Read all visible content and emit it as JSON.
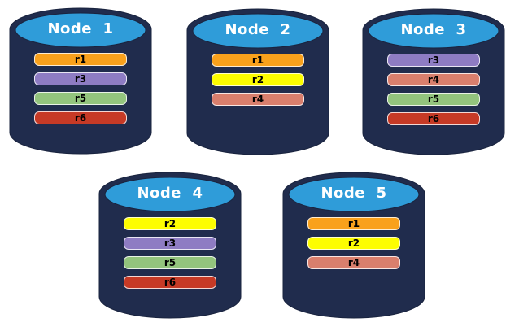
{
  "shapes": {
    "node_shape": "database-cylinder"
  },
  "palette": {
    "background": "#FFFFFF",
    "cylinder_body": "#202C4D",
    "cylinder_outline": "#19233E",
    "cylinder_top": "#2F9CD9",
    "node_title_color": "#FFFFFF",
    "bar_text_color": "#000000",
    "bar_border": "rgba(255,255,255,0.8)"
  },
  "replica_colors": {
    "r1": "#F9A11C",
    "r2": "#FDFD00",
    "r3": "#8E7CC3",
    "r4": "#D97F6D",
    "r5": "#93C47D",
    "r6": "#C63A26"
  },
  "nodes": [
    {
      "title": "Node  1",
      "replicas": [
        {
          "label": "r1",
          "color": "#F9A11C"
        },
        {
          "label": "r3",
          "color": "#8E7CC3"
        },
        {
          "label": "r5",
          "color": "#93C47D"
        },
        {
          "label": "r6",
          "color": "#C63A26"
        }
      ]
    },
    {
      "title": "Node  2",
      "replicas": [
        {
          "label": "r1",
          "color": "#F9A11C"
        },
        {
          "label": "r2",
          "color": "#FDFD00"
        },
        {
          "label": "r4",
          "color": "#D97F6D"
        }
      ]
    },
    {
      "title": "Node  3",
      "replicas": [
        {
          "label": "r3",
          "color": "#8E7CC3"
        },
        {
          "label": "r4",
          "color": "#D97F6D"
        },
        {
          "label": "r5",
          "color": "#93C47D"
        },
        {
          "label": "r6",
          "color": "#C63A26"
        }
      ]
    },
    {
      "title": "Node  4",
      "replicas": [
        {
          "label": "r2",
          "color": "#FDFD00"
        },
        {
          "label": "r3",
          "color": "#8E7CC3"
        },
        {
          "label": "r5",
          "color": "#93C47D"
        },
        {
          "label": "r6",
          "color": "#C63A26"
        }
      ]
    },
    {
      "title": "Node  5",
      "replicas": [
        {
          "label": "r1",
          "color": "#F9A11C"
        },
        {
          "label": "r2",
          "color": "#FDFD00"
        },
        {
          "label": "r4",
          "color": "#D97F6D"
        }
      ]
    }
  ]
}
